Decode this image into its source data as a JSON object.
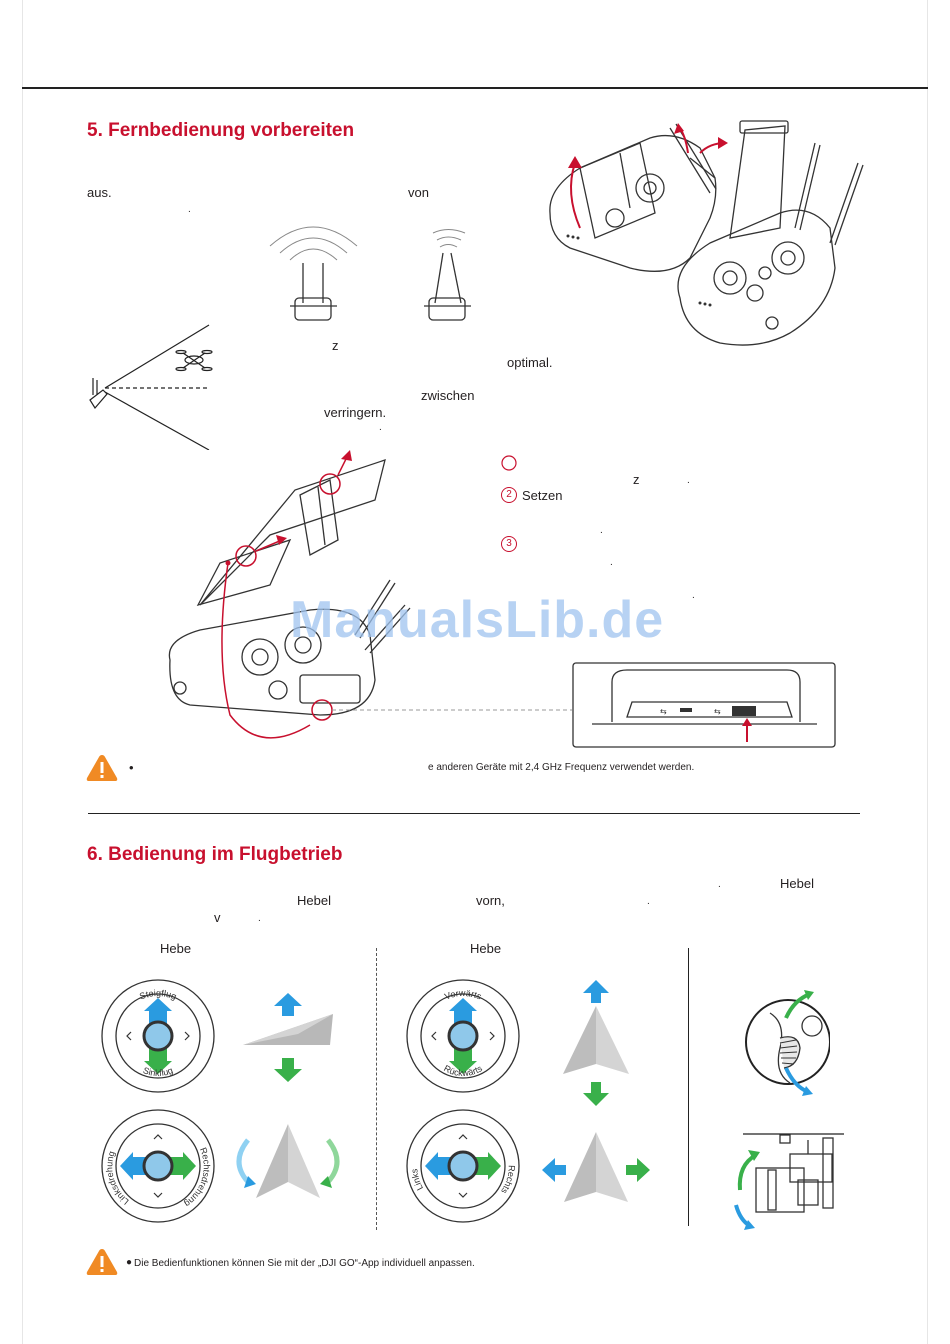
{
  "section5": {
    "title": "5. Fernbedienung vorbereiten",
    "fragments": [
      "aus.",
      "von",
      ".",
      "z",
      "optimal.",
      "zwischen",
      "verringern.",
      "."
    ],
    "steps": {
      "step1_fragments": [
        "z",
        "."
      ],
      "step2_number": "2",
      "step2_text": "Setzen",
      "step3_number": "3",
      "step3_fragments": [
        ".",
        ".",
        "."
      ]
    },
    "warning": {
      "bullet": "•",
      "text": "e anderen Geräte mit 2,4 GHz Frequenz verwendet werden."
    }
  },
  "watermark": "ManualsLib.de",
  "section6": {
    "title": "6. Bedienung im Flugbetrieb",
    "fragments": [
      ".",
      "Hebel",
      "Hebel",
      "vorn,",
      ".",
      "v",
      "."
    ],
    "left_column_label": "Hebe",
    "right_column_label": "Hebe",
    "sticks": {
      "left_top": {
        "top": "Steigflug",
        "bottom": "Sinkflug"
      },
      "left_bottom": {
        "left": "Linksdrehung",
        "right": "Rechtsdrehung"
      },
      "right_top": {
        "top": "Vorwärts",
        "bottom": "Rückwärts"
      },
      "right_bottom": {
        "left": "Links",
        "right": "Rechts"
      }
    },
    "note": "Die Bedienfunktionen können Sie mit der „DJI GO“-App individuell anpassen."
  },
  "colors": {
    "heading_red": "#c8102e",
    "warning_orange": "#f08a24",
    "arrow_blue": "#2a9be0",
    "arrow_green": "#39b04a",
    "text": "#231f20"
  },
  "icons": [
    "warning-icon",
    "remote-controller-illustration",
    "antenna-signal-illustration",
    "joystick-diagram",
    "paper-plane-icon",
    "gimbal-dial-illustration"
  ]
}
